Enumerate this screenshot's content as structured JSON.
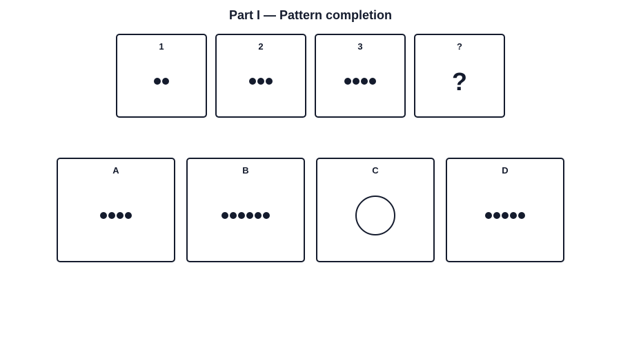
{
  "title": "Part I — Pattern completion",
  "colors": {
    "ink": "#141b2d",
    "background": "#ffffff"
  },
  "sequence": [
    {
      "label": "1",
      "content": "dots",
      "dot_count": 2
    },
    {
      "label": "2",
      "content": "dots",
      "dot_count": 3
    },
    {
      "label": "3",
      "content": "dots",
      "dot_count": 4
    },
    {
      "label": "?",
      "content": "question",
      "symbol": "?"
    }
  ],
  "options": [
    {
      "label": "A",
      "content": "dots",
      "dot_count": 4
    },
    {
      "label": "B",
      "content": "dots",
      "dot_count": 6
    },
    {
      "label": "C",
      "content": "circle"
    },
    {
      "label": "D",
      "content": "dots",
      "dot_count": 5
    }
  ]
}
